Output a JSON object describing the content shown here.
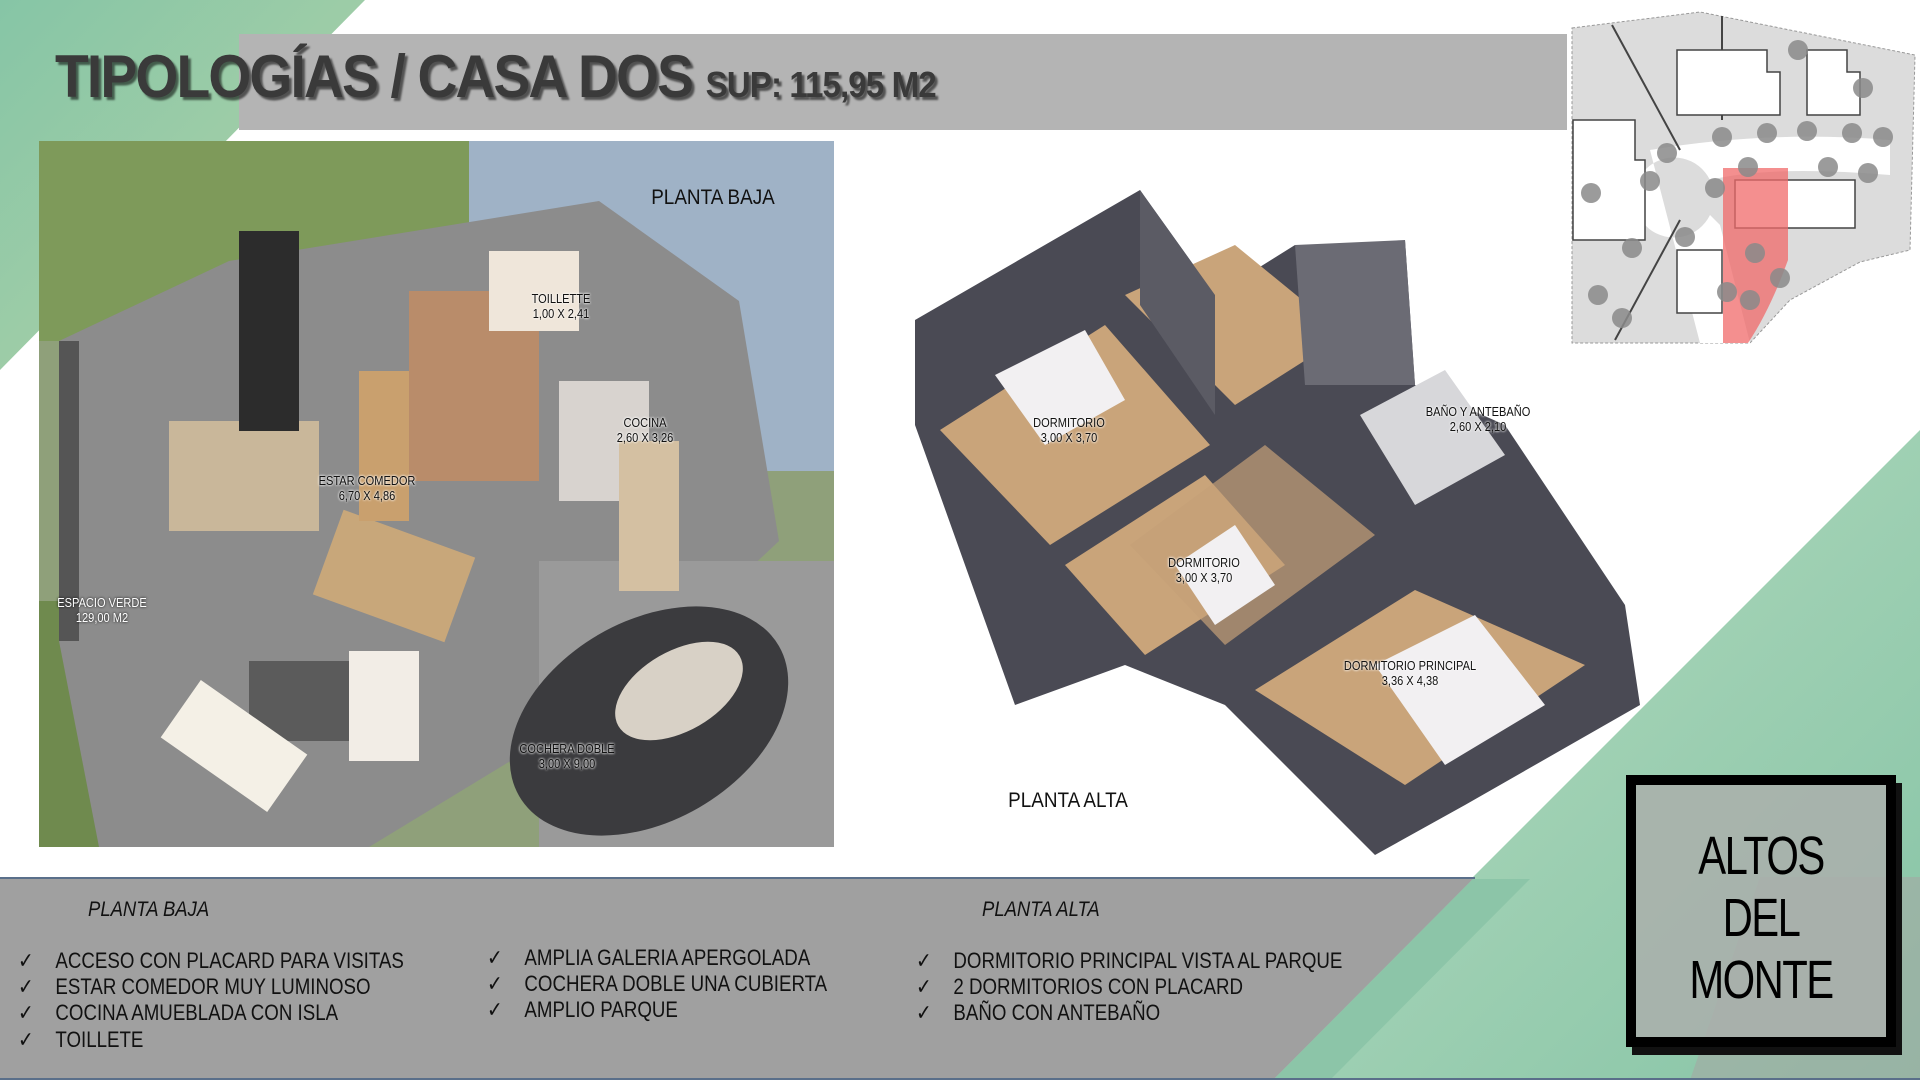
{
  "header": {
    "title": "TIPOLOGÍAS / CASA DOS",
    "surface": "SUP: 115,95 M2"
  },
  "ground_floor": {
    "title": "PLANTA BAJA",
    "rooms": [
      {
        "name": "TOILLETTE",
        "size": "1,00 X 2,41"
      },
      {
        "name": "COCINA",
        "size": "2,60 X 3,26"
      },
      {
        "name": "ESTAR COMEDOR",
        "size": "6,70 X 4,86"
      },
      {
        "name": "ESPACIO VERDE",
        "size": "129,00 M2"
      },
      {
        "name": "COCHERA DOBLE",
        "size": "3,00 X 9,00"
      }
    ]
  },
  "upper_floor": {
    "title": "PLANTA ALTA",
    "rooms": [
      {
        "name": "DORMITORIO",
        "size": "3,00 X 3,70"
      },
      {
        "name": "BAÑO Y ANTEBAÑO",
        "size": "2,60 X 2,10"
      },
      {
        "name": "DORMITORIO",
        "size": "3,00 X 3,70"
      },
      {
        "name": "DORMITORIO PRINCIPAL",
        "size": "3,36 X 4,38"
      }
    ]
  },
  "features": {
    "check_icon": "✓",
    "ground_title": "PLANTA BAJA",
    "upper_title": "PLANTA ALTA",
    "ground_col1": [
      "ACCESO CON PLACARD PARA VISITAS",
      "ESTAR COMEDOR MUY LUMINOSO",
      "COCINA AMUEBLADA CON ISLA",
      "TOILLETE"
    ],
    "ground_col2": [
      "AMPLIA GALERIA APERGOLADA",
      "COCHERA DOBLE UNA CUBIERTA",
      "AMPLIO PARQUE"
    ],
    "upper_col": [
      "DORMITORIO PRINCIPAL VISTA AL PARQUE",
      "2 DORMITORIOS CON PLACARD",
      "BAÑO CON ANTEBAÑO"
    ]
  },
  "logo": {
    "line1": "ALTOS",
    "line2": "DEL",
    "line3": "MONTE"
  },
  "colors": {
    "accent_green": "#8cc5a8",
    "highlight_red": "#f06a6a",
    "band_gray": "#a0a0a0"
  }
}
